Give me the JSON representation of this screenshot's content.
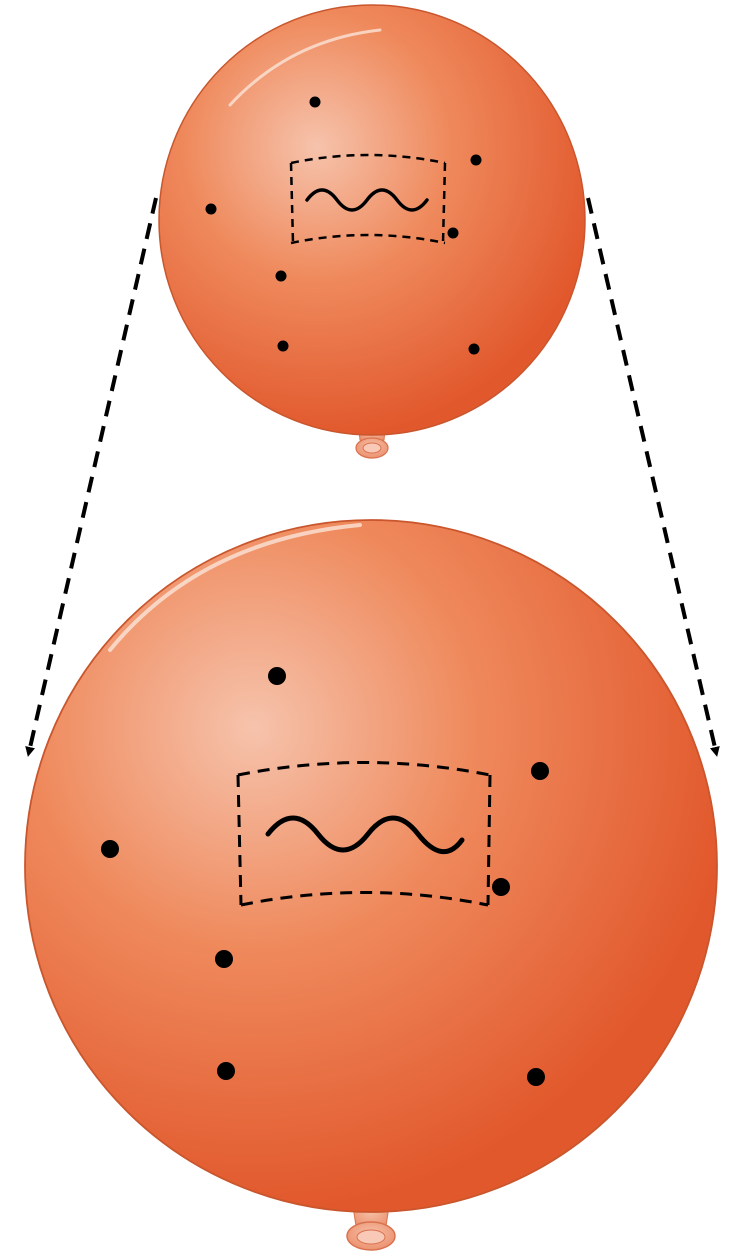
{
  "diagram": {
    "colors": {
      "balloon_light": "#f6c3ac",
      "balloon_mid": "#ef8a5d",
      "balloon_dark": "#e1582c",
      "balloon_outline": "#c9562d",
      "knot": "#f1a58a",
      "dot": "#000000",
      "dashes": "#000000"
    },
    "balloons": [
      {
        "name": "small-balloon",
        "state": "before expansion"
      },
      {
        "name": "large-balloon",
        "state": "after expansion"
      }
    ],
    "galaxy_dot_count": 7,
    "wave_symbol": "wave",
    "arrows": [
      "left-expansion-arrow",
      "right-expansion-arrow"
    ]
  }
}
